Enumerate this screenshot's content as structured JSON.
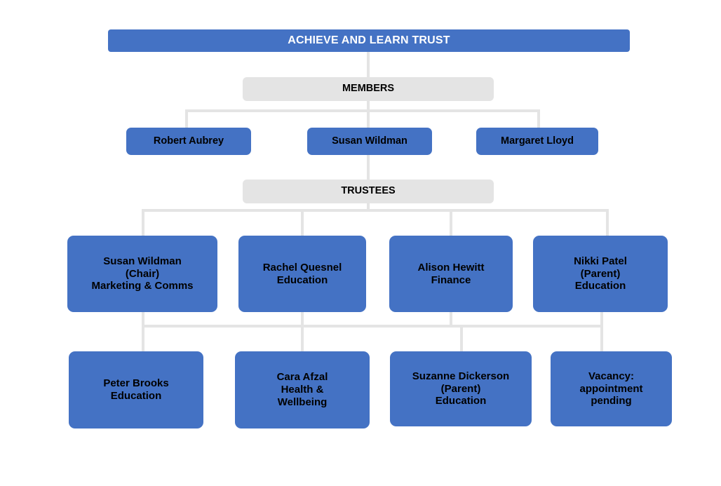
{
  "chart_data": {
    "type": "diagram",
    "title": "ACHIEVE AND LEARN TRUST",
    "subtype": "organisational-hierarchy",
    "levels": [
      "Trust",
      "Members",
      "Member individuals",
      "Trustees",
      "Trustee individuals",
      "Trustee individuals"
    ]
  },
  "colors": {
    "box_blue": "#4472C4",
    "box_grey": "#E4E4E4",
    "connector": "#E4E4E4",
    "title_text": "#FFFFFF",
    "body_text": "#000000",
    "background": "#FFFFFF"
  },
  "trust": {
    "title": "ACHIEVE AND LEARN TRUST"
  },
  "bands": {
    "members": "MEMBERS",
    "trustees": "TRUSTEES"
  },
  "members": [
    {
      "name": "Robert Aubrey"
    },
    {
      "name": "Susan Wildman"
    },
    {
      "name": "Margaret Lloyd"
    }
  ],
  "trustees_row1": [
    {
      "text": "Susan Wildman\n(Chair)\nMarketing & Comms",
      "name": "Susan Wildman",
      "role": "Chair",
      "portfolio": "Marketing & Comms"
    },
    {
      "text": "Rachel Quesnel\nEducation",
      "name": "Rachel Quesnel",
      "role": "",
      "portfolio": "Education"
    },
    {
      "text": "Alison Hewitt\nFinance",
      "name": "Alison Hewitt",
      "role": "",
      "portfolio": "Finance"
    },
    {
      "text": "Nikki Patel\n(Parent)\nEducation",
      "name": "Nikki Patel",
      "role": "Parent",
      "portfolio": "Education"
    }
  ],
  "trustees_row2": [
    {
      "text": "Peter Brooks\nEducation",
      "name": "Peter Brooks",
      "role": "",
      "portfolio": "Education"
    },
    {
      "text": "Cara Afzal\nHealth &\nWellbeing",
      "name": "Cara Afzal",
      "role": "",
      "portfolio": "Health & Wellbeing"
    },
    {
      "text": "Suzanne Dickerson\n(Parent)\nEducation",
      "name": "Suzanne Dickerson",
      "role": "Parent",
      "portfolio": "Education"
    },
    {
      "text": "Vacancy:\nappointment\npending",
      "name": "Vacancy",
      "role": "",
      "portfolio": "appointment pending"
    }
  ]
}
